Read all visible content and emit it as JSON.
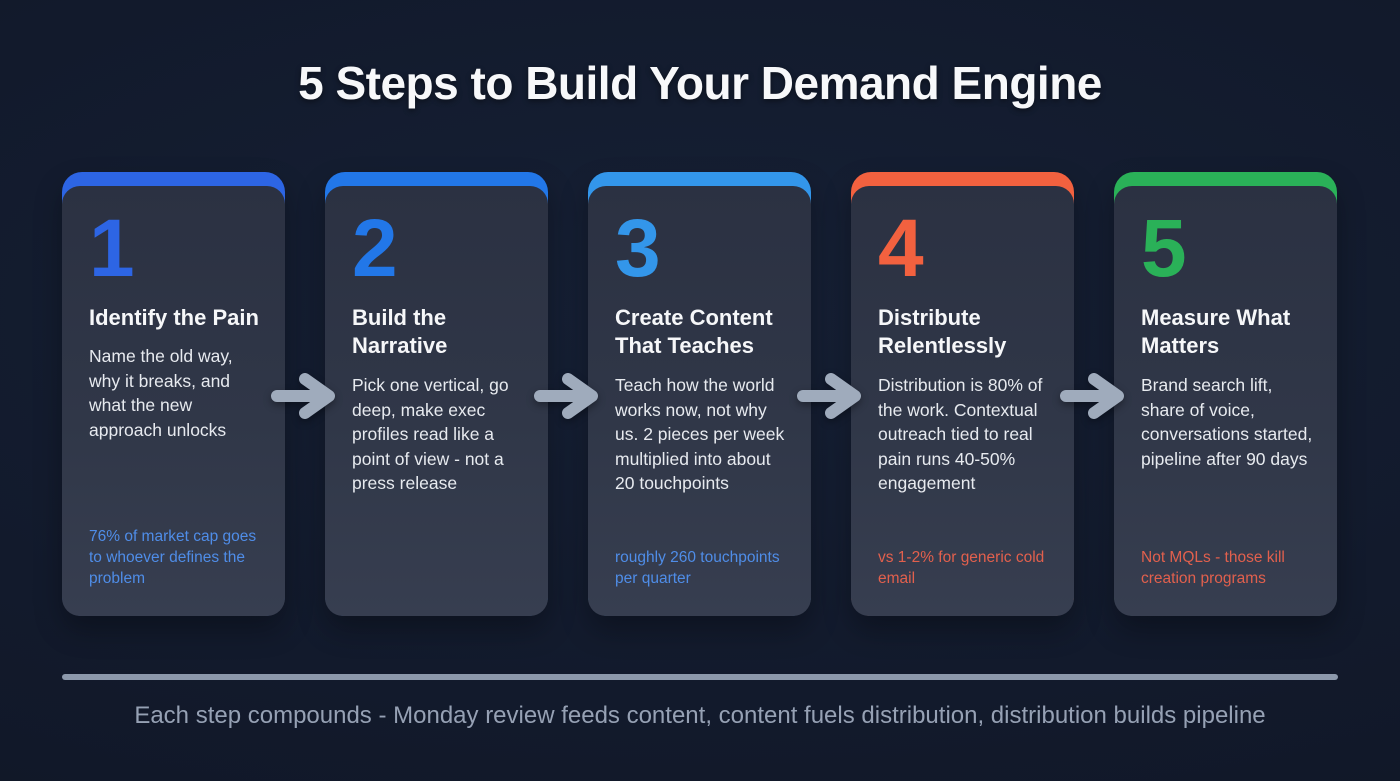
{
  "page": {
    "title": "5 Steps to Build Your Demand Engine",
    "footer_note": "Each step compounds - Monday review feeds content, content fuels distribution, distribution builds pipeline"
  },
  "colors": {
    "background": "#121a2c",
    "card_background_top": "#2b3142",
    "card_background_bottom": "#373e50",
    "arrow": "#9fabbc",
    "divider": "#8c98ab",
    "footer_text": "#96a1b4",
    "blue_footnote": "#4f8de8",
    "red_footnote": "#e2604d"
  },
  "steps": [
    {
      "number": "1",
      "title": "Identify the Pain",
      "description": "Name the old way, why it breaks, and what the new approach unlocks",
      "footnote": "76% of market cap goes to whoever defines the problem",
      "accent": "#2d65e4",
      "footnote_color": "#4f8de8"
    },
    {
      "number": "2",
      "title": "Build the Narrative",
      "description": "Pick one vertical, go deep, make exec profiles read like a point of view - not a press release",
      "footnote": "",
      "accent": "#2277e8",
      "footnote_color": "#4f8de8"
    },
    {
      "number": "3",
      "title": "Create Content That Teaches",
      "description": "Teach how the world works now, not why us. 2 pieces per week multiplied into about 20 touchpoints",
      "footnote": "roughly 260 touchpoints per quarter",
      "accent": "#3396ea",
      "footnote_color": "#4f8de8"
    },
    {
      "number": "4",
      "title": "Distribute Relentlessly",
      "description": "Distribution is 80% of the work. Contextual outreach tied to real pain runs 40-50% engagement",
      "footnote": "vs 1-2% for generic cold email",
      "accent": "#f2613f",
      "footnote_color": "#e2604d"
    },
    {
      "number": "5",
      "title": "Measure What Matters",
      "description": "Brand search lift, share of voice, conversations started, pipeline after 90 days",
      "footnote": "Not MQLs - those kill creation programs",
      "accent": "#2ab158",
      "footnote_color": "#e2604d"
    }
  ]
}
